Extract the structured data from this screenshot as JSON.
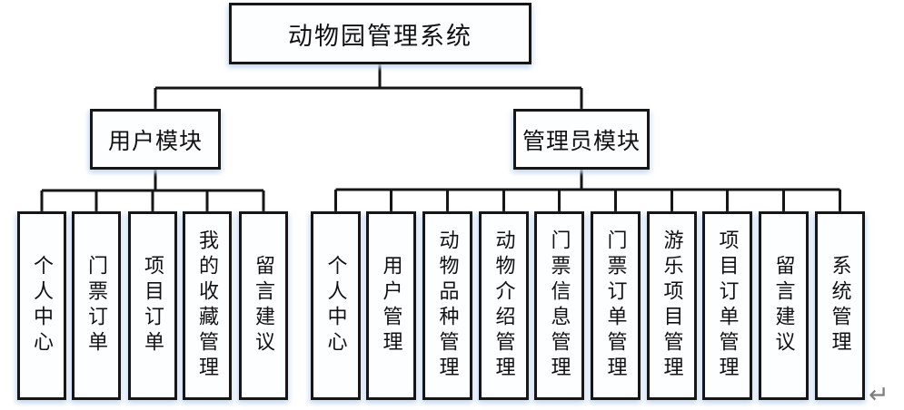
{
  "diagram": {
    "title": "动物园管理系统",
    "modules": [
      {
        "label": "用户模块",
        "children": [
          {
            "label": "个人中心"
          },
          {
            "label": "门票订单"
          },
          {
            "label": "项目订单"
          },
          {
            "label": "我的收藏管理"
          },
          {
            "label": "留言建议"
          }
        ]
      },
      {
        "label": "管理员模块",
        "children": [
          {
            "label": "个人中心"
          },
          {
            "label": "用户管理"
          },
          {
            "label": "动物品种管理"
          },
          {
            "label": "动物介绍管理"
          },
          {
            "label": "门票信息管理"
          },
          {
            "label": "门票订单管理"
          },
          {
            "label": "游乐项目管理"
          },
          {
            "label": "项目订单管理"
          },
          {
            "label": "留言建议"
          },
          {
            "label": "系统管理"
          }
        ]
      }
    ],
    "return_mark": "↵"
  },
  "colors": {
    "line": "#161616",
    "box_background": "#fdfeff",
    "text": "#111111",
    "box_glow": "#bed4f0",
    "return_mark": "#7d7d7d"
  }
}
